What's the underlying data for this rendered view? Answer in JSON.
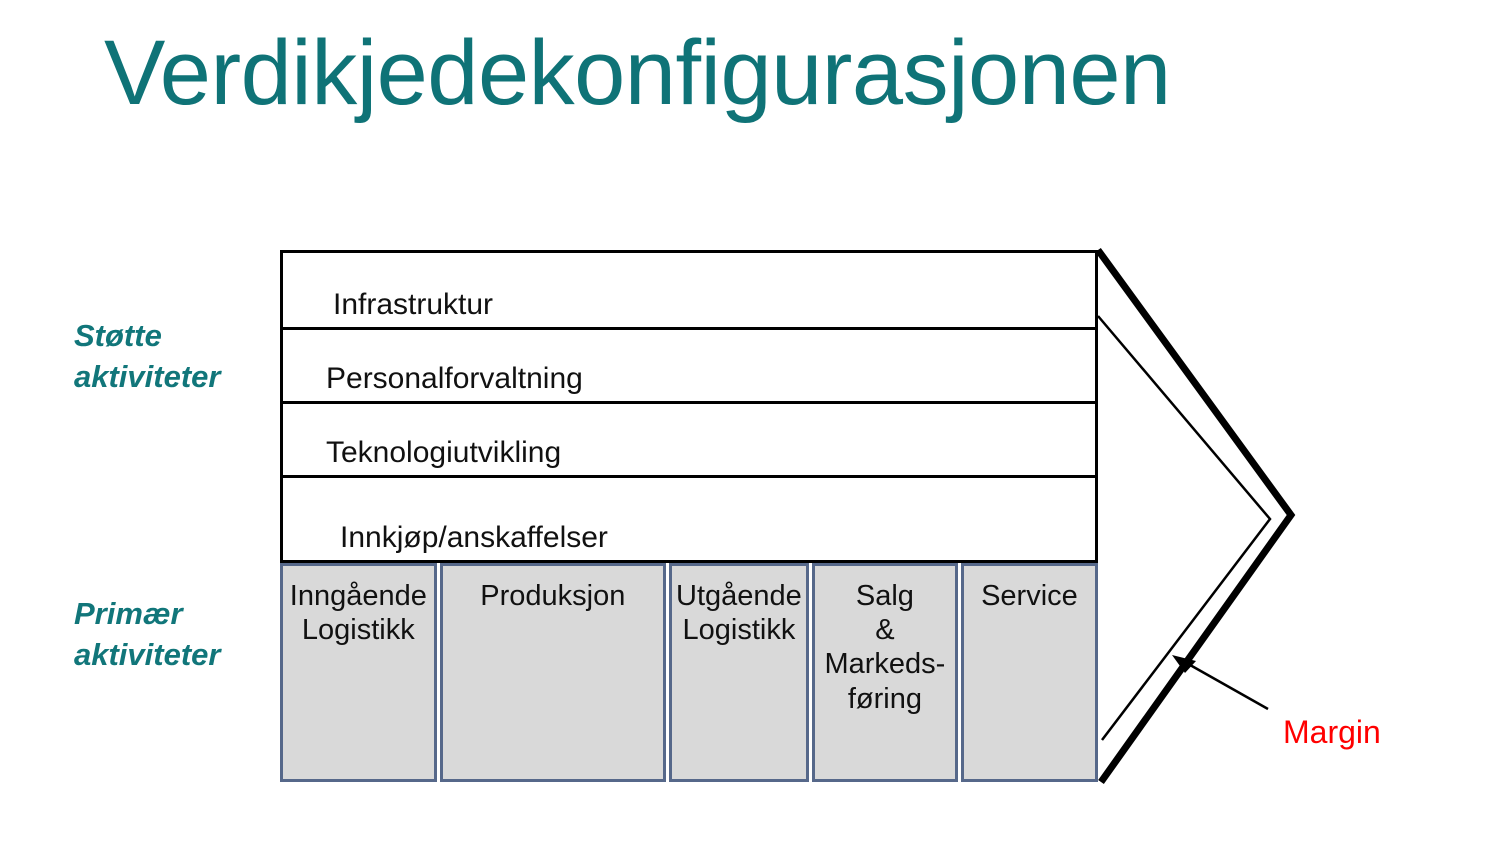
{
  "slide": {
    "title": "Verdikjedekonfigurasjonen",
    "background_color": "#FFFFFF",
    "accent_color": "#0F7377",
    "margin_color": "#FF0000",
    "primary_fill_color": "#D9D9D9",
    "primary_border_color": "#56688A",
    "support_border_color": "#000000"
  },
  "side_labels": {
    "support": {
      "line1": "Støtte",
      "line2": "aktiviteter"
    },
    "primary": {
      "line1": "Primær",
      "line2": "aktiviteter"
    }
  },
  "support_activities": [
    {
      "label": "Infrastruktur"
    },
    {
      "label": "Personalforvaltning"
    },
    {
      "label": "Teknologiutvikling"
    },
    {
      "label": "Innkjøp/anskaffelser"
    }
  ],
  "primary_activities": [
    {
      "label": "Inngående\nLogistikk"
    },
    {
      "label": "Produksjon"
    },
    {
      "label": "Utgående\nLogistikk"
    },
    {
      "label": "Salg\n&\nMarkeds-\nføring"
    },
    {
      "label": "Service"
    }
  ],
  "callout": {
    "margin_label": "Margin"
  }
}
